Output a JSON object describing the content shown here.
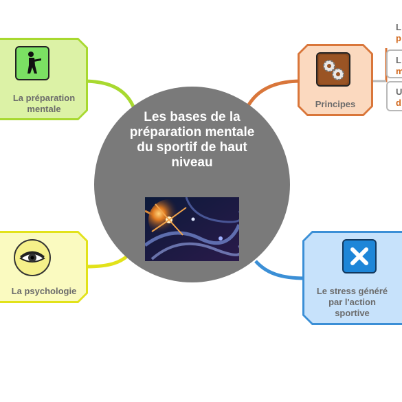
{
  "center": {
    "title": "Les bases de la préparation mentale du sportif de haut niveau",
    "image": "neurons-image"
  },
  "nodes": {
    "top_left": {
      "label_line1": "La préparation",
      "label_line2": "mentale",
      "icon": "soldier-icon"
    },
    "bottom_left": {
      "label": "La psychologie",
      "icon": "eye-icon"
    },
    "top_right": {
      "label": "Principes",
      "icon": "gears-icon"
    },
    "bottom_right": {
      "label_line1": "Le stress généré",
      "label_line2": "par l'action",
      "label_line3": "sportive",
      "icon": "close-x-icon"
    }
  },
  "sub_nodes": [
    {
      "line1": "L",
      "line2": "p"
    },
    {
      "line1": "L",
      "line2": "m"
    },
    {
      "line1": "U",
      "line2": "d"
    }
  ],
  "colors": {
    "top_left": "#a8d930",
    "bottom_left": "#e2e21a",
    "top_right": "#d9763a",
    "bottom_right": "#3b8fd6",
    "center": "#7a7a7a",
    "sub_text_dark": "#6b6b6b",
    "sub_text_accent": "#d2691e"
  }
}
